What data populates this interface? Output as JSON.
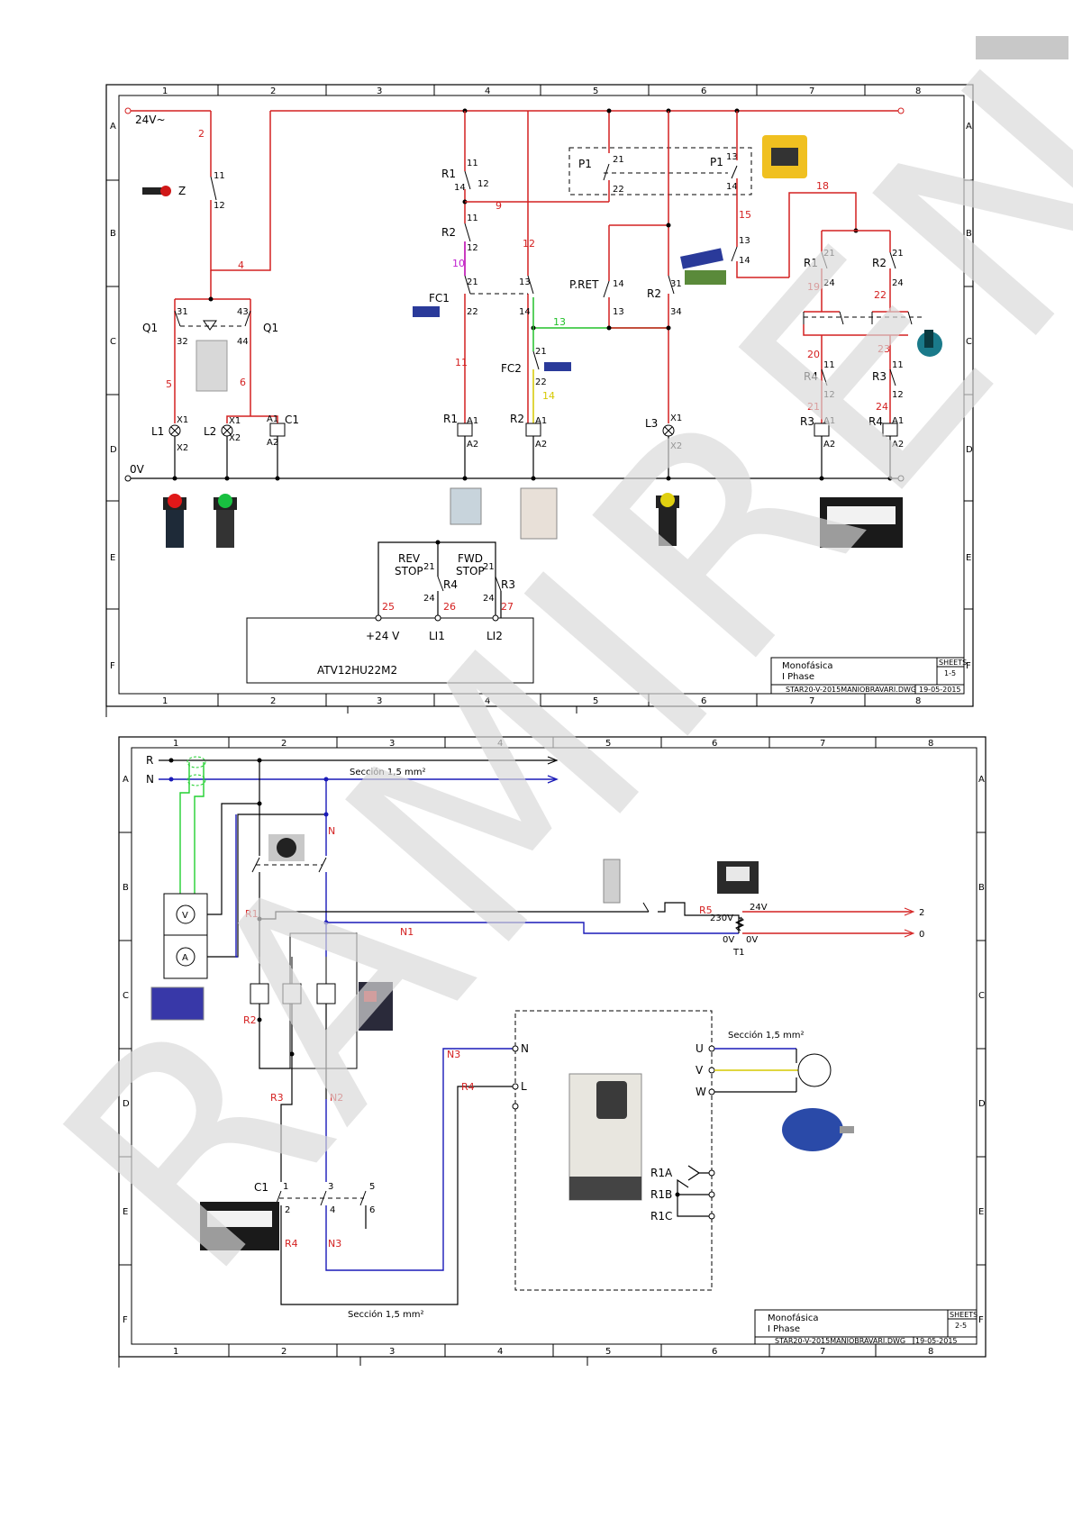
{
  "page_tab_color": "#c8c8c8",
  "colors": {
    "wire_red": "#d42020",
    "wire_blue": "#1a1ab8",
    "wire_green": "#22d030",
    "wire_yellow": "#d6c800",
    "wire_magenta": "#c020d0",
    "watermark": "#d9d9d9"
  },
  "watermark": "RAMIREN T",
  "sheet1": {
    "col_numbers": [
      "1",
      "2",
      "3",
      "4",
      "5",
      "6",
      "7",
      "8"
    ],
    "row_letters": [
      "A",
      "B",
      "C",
      "D",
      "E",
      "F"
    ],
    "supply_label": "24V~",
    "zero_label": "0V",
    "wire_numbers": [
      "2",
      "4",
      "5",
      "6",
      "9",
      "10",
      "11",
      "12",
      "13",
      "14",
      "15",
      "18",
      "19",
      "20",
      "21",
      "22",
      "23",
      "24",
      "25",
      "26",
      "27"
    ],
    "components": {
      "Z": "Z",
      "Q1": "Q1",
      "L1": "L1",
      "L2": "L2",
      "C1": "C1",
      "R1": "R1",
      "R2": "R2",
      "FC1": "FC1",
      "FC2": "FC2",
      "P1": "P1",
      "PRET": "P.RET",
      "L3": "L3",
      "R3": "R3",
      "R4": "R4"
    },
    "terminals": [
      "11",
      "12",
      "31",
      "32",
      "43",
      "44",
      "X1",
      "X2",
      "A1",
      "A2",
      "13",
      "14",
      "21",
      "22",
      "24",
      "34"
    ],
    "rev_stop": [
      "REV",
      "STOP"
    ],
    "fwd_stop": [
      "FWD",
      "STOP"
    ],
    "drive_terminals": [
      "+24 V",
      "LI1",
      "LI2"
    ],
    "drive_model": "ATV12HU22M2",
    "title_block": {
      "title_line1": "Monofásica",
      "title_line2": "I Phase",
      "sheets_label": "SHEETS",
      "sheets_value": "1-5",
      "file": "STAR20-V-2015MANIOBRAVARI.DWG",
      "date": "19-05-2015"
    }
  },
  "sheet2": {
    "col_numbers": [
      "1",
      "2",
      "3",
      "4",
      "5",
      "6",
      "7",
      "8"
    ],
    "row_letters": [
      "A",
      "B",
      "C",
      "D",
      "E",
      "F"
    ],
    "phase_R": "R",
    "phase_N": "N",
    "section_label": "Sección 1,5 mm²",
    "wire_labels": [
      "N",
      "R1",
      "N1",
      "R2",
      "R3",
      "N2",
      "N3",
      "R4",
      "R5"
    ],
    "meters": [
      "V",
      "A"
    ],
    "transformer": {
      "primary": "230V",
      "secondary": "24V",
      "zero1": "0V",
      "zero2": "0V",
      "name": "T1",
      "out_2": "2",
      "out_0": "0"
    },
    "drive_inputs": [
      "N",
      "L"
    ],
    "drive_outputs": [
      "U",
      "V",
      "W"
    ],
    "relay_outputs": [
      "R1A",
      "R1B",
      "R1C"
    ],
    "contactor": {
      "name": "C1",
      "terminals": [
        "1",
        "2",
        "3",
        "4",
        "5",
        "6"
      ]
    },
    "title_block": {
      "title_line1": "Monofásica",
      "title_line2": "I Phase",
      "sheets_label": "SHEETS",
      "sheets_value": "2-5",
      "file": "STAR20-V-2015MANIOBRAVARI.DWG",
      "date": "19-05-2015"
    }
  }
}
